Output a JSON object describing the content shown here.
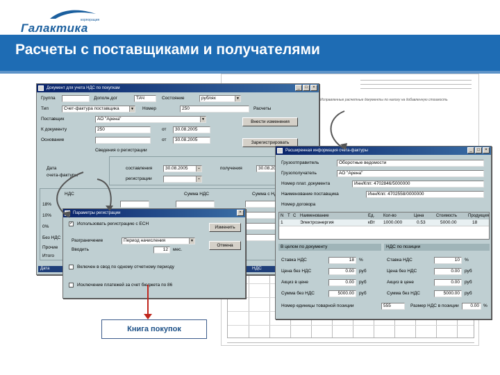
{
  "brand": {
    "name": "Галактика",
    "sub": "корпорация"
  },
  "page_title": "Расчеты с поставщиками и получателями",
  "book_label": "Книга покупок",
  "colors": {
    "title_bar": "#1e6cb4",
    "window_face": "#bfcfd2",
    "arrow": "#c0261d"
  },
  "paper": {
    "doc_title": "Исправленные расчетные документы по налогу на добавленную стоимость"
  },
  "main_window": {
    "title": "Документ для учета НДС по покупкам",
    "labels": {
      "group": "Группа",
      "dogovor": "Дополн.дог",
      "sostoyanie": "Состояние",
      "tip": "Тип",
      "nomer": "Номер",
      "postavschik": "Поставщик",
      "k_dokumentu": "К документу",
      "osnovanie": "Основание",
      "ot": "от",
      "svedeniya": "Сведения о регистрации",
      "data": "Дата",
      "scheta_faktury": "счета-фактуры",
      "sostavleniya": "составления",
      "polucheniya": "получения",
      "registracii": "регистрации",
      "nds": "НДС",
      "summa_nds": "Сумма НДС",
      "summa_s_nds": "Сумма с НДС",
      "bez_nds": "Без НДС",
      "itogo": "Итого",
      "pct18": "18%",
      "pct10": "10%",
      "pct0": "0%",
      "proch": "Прочие",
      "nds_short": "НДС"
    },
    "values": {
      "group": "",
      "dogovor": "ТАЧ",
      "sostoyanie": "рублях",
      "tip": "Счет-фактура поставщика",
      "nomer": "250",
      "raschety": "Расчеты",
      "postavschik": "АО \"Арена\"",
      "k_dokumentu": "250",
      "osnovanie": "",
      "ot1": "30.08.2005",
      "ot2": "30.08.2005",
      "data_sost": "30.08.2005",
      "data_pol": "30.08.2005",
      "data_reg": ""
    },
    "buttons": {
      "vnesti_izmeneniya": "Внести изменения",
      "zaregistrirovat": "Зарегистрировать"
    },
    "status": "Дата"
  },
  "reg_dialog": {
    "title": "Параметры регистрации",
    "check1": "Использовать регистрацию с ЕСН",
    "razgranichenie_label": "Разграничение",
    "razgranichenie_value": "Период начисления",
    "vvedite_label": "Вводить",
    "vvedite_value": "12",
    "vvedite_unit": "мес.",
    "check2": "Включен в свод по одному отчетному периоду",
    "check3": "Исключение платежей за счет бюджета по 86",
    "btn_izmenit": "Изменить",
    "btn_otmena": "Отмена"
  },
  "ext_window": {
    "title": "Расширенная информация счета-фактуры",
    "labels": {
      "gruzootpr": "Грузоотправитель",
      "gruzopoluch": "Грузополучатель",
      "nomer_plat": "Номер плат. документа",
      "naim_post": "Наименование поставщика",
      "nomer_dogovora": "Номер договора"
    },
    "values": {
      "gruzootpr": "Оборотные ведомости",
      "gruzopoluch": "АО \"Арена\"",
      "nomer_plat": "Инн/Кпп: 4702846/5000000",
      "naim_post": "Инн/Кпп: 4702558/0000000"
    },
    "table": {
      "headers": [
        "N",
        "Т",
        "С",
        "Наименование",
        "Ед.",
        "Кол-во",
        "Цена",
        "Стоимость",
        "Продукция"
      ],
      "rows": [
        [
          "1",
          "",
          "",
          "Электроэнергия",
          "кВт",
          "1000.000",
          "0.53",
          "5000.00",
          "18"
        ]
      ]
    },
    "left_section": {
      "title": "В целом по документу",
      "rows": [
        {
          "label": "Ставка НДС",
          "value": "18",
          "unit": "%"
        },
        {
          "label": "Цена без НДС",
          "value": "0.00",
          "unit": "руб"
        },
        {
          "label": "Акциз в цене",
          "value": "0.00",
          "unit": "руб"
        },
        {
          "label": "Сумма без НДС",
          "value": "5000.00",
          "unit": "руб"
        }
      ]
    },
    "right_section": {
      "title": "НДС по позиции",
      "rows": [
        {
          "label": "Ставка НДС",
          "value": "10",
          "unit": "%"
        },
        {
          "label": "Цена без НДС",
          "value": "0.00",
          "unit": "руб"
        },
        {
          "label": "Акциз в цене",
          "value": "0.00",
          "unit": "руб"
        },
        {
          "label": "Сумма без НДС",
          "value": "5000.00",
          "unit": "руб"
        }
      ]
    },
    "bottom": {
      "nomer_label": "Номер единицы товарной позиции",
      "nomer_value": "555",
      "razmer_label": "Размер НДС в позиции",
      "razmer_value": "0.00",
      "pct": "%"
    }
  }
}
